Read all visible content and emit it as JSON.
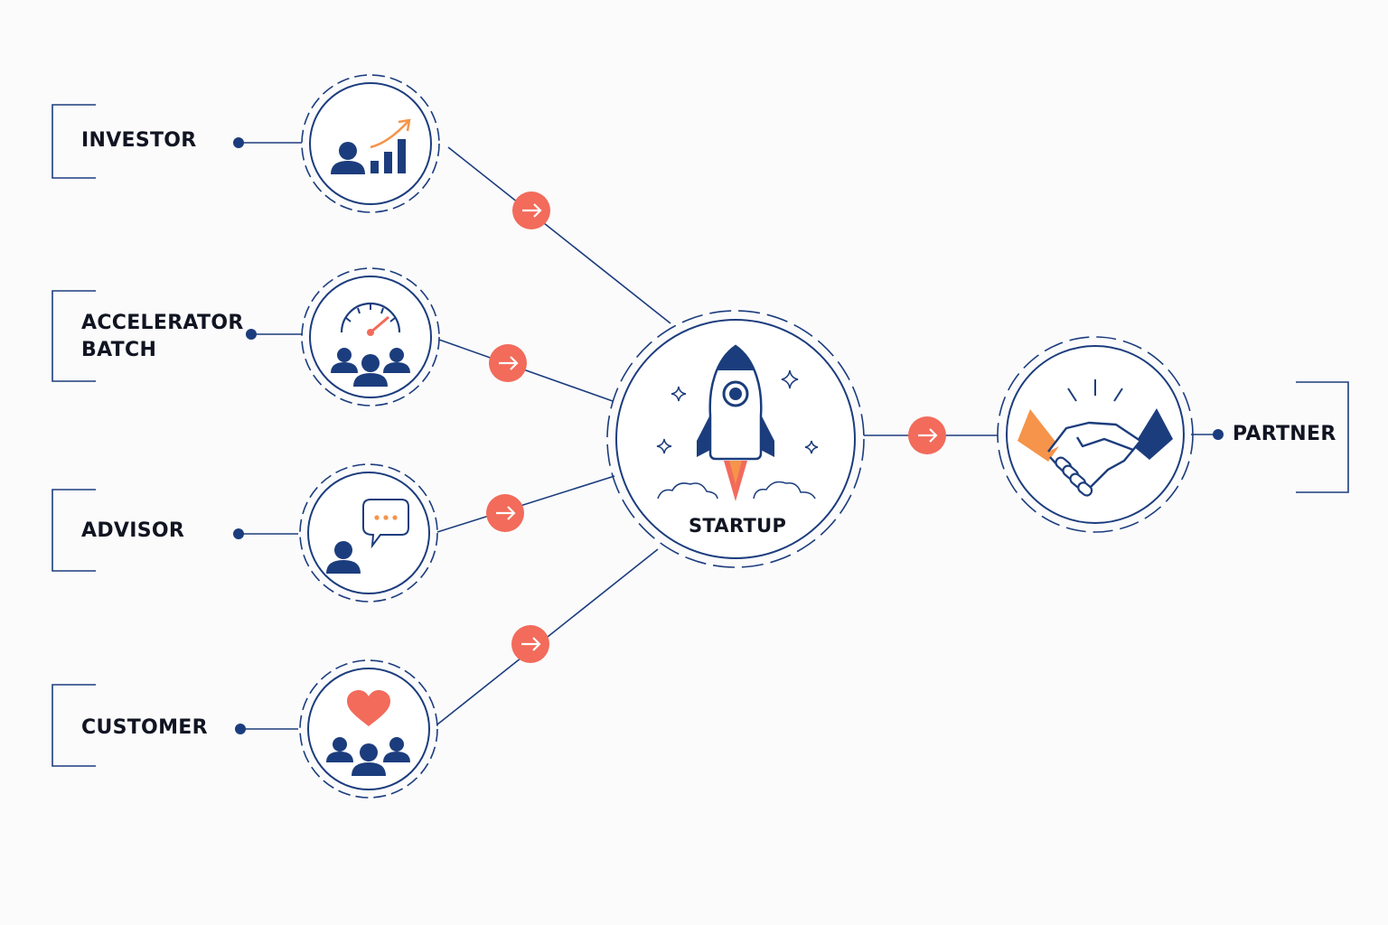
{
  "colors": {
    "navy": "#1c3d7d",
    "coral": "#f26b5b",
    "orange": "#f5944a",
    "text": "#111522",
    "background": "#fbfbfc"
  },
  "nodes": {
    "investor": {
      "label": "INVESTOR",
      "icon": "investor-growth-icon"
    },
    "accelerator": {
      "label_line1": "ACCELERATOR",
      "label_line2": "BATCH",
      "icon": "speedometer-group-icon"
    },
    "advisor": {
      "label": "ADVISOR",
      "icon": "advisor-chat-icon"
    },
    "customer": {
      "label": "CUSTOMER",
      "icon": "customer-heart-icon"
    },
    "startup": {
      "label": "STARTUP",
      "icon": "rocket-icon"
    },
    "partner": {
      "label": "PARTNER",
      "icon": "handshake-icon"
    }
  },
  "edges": [
    {
      "from": "investor",
      "to": "startup",
      "marker": "arrow-right"
    },
    {
      "from": "accelerator",
      "to": "startup",
      "marker": "arrow-right"
    },
    {
      "from": "advisor",
      "to": "startup",
      "marker": "arrow-right"
    },
    {
      "from": "customer",
      "to": "startup",
      "marker": "arrow-right"
    },
    {
      "from": "startup",
      "to": "partner",
      "marker": "arrow-right"
    }
  ]
}
